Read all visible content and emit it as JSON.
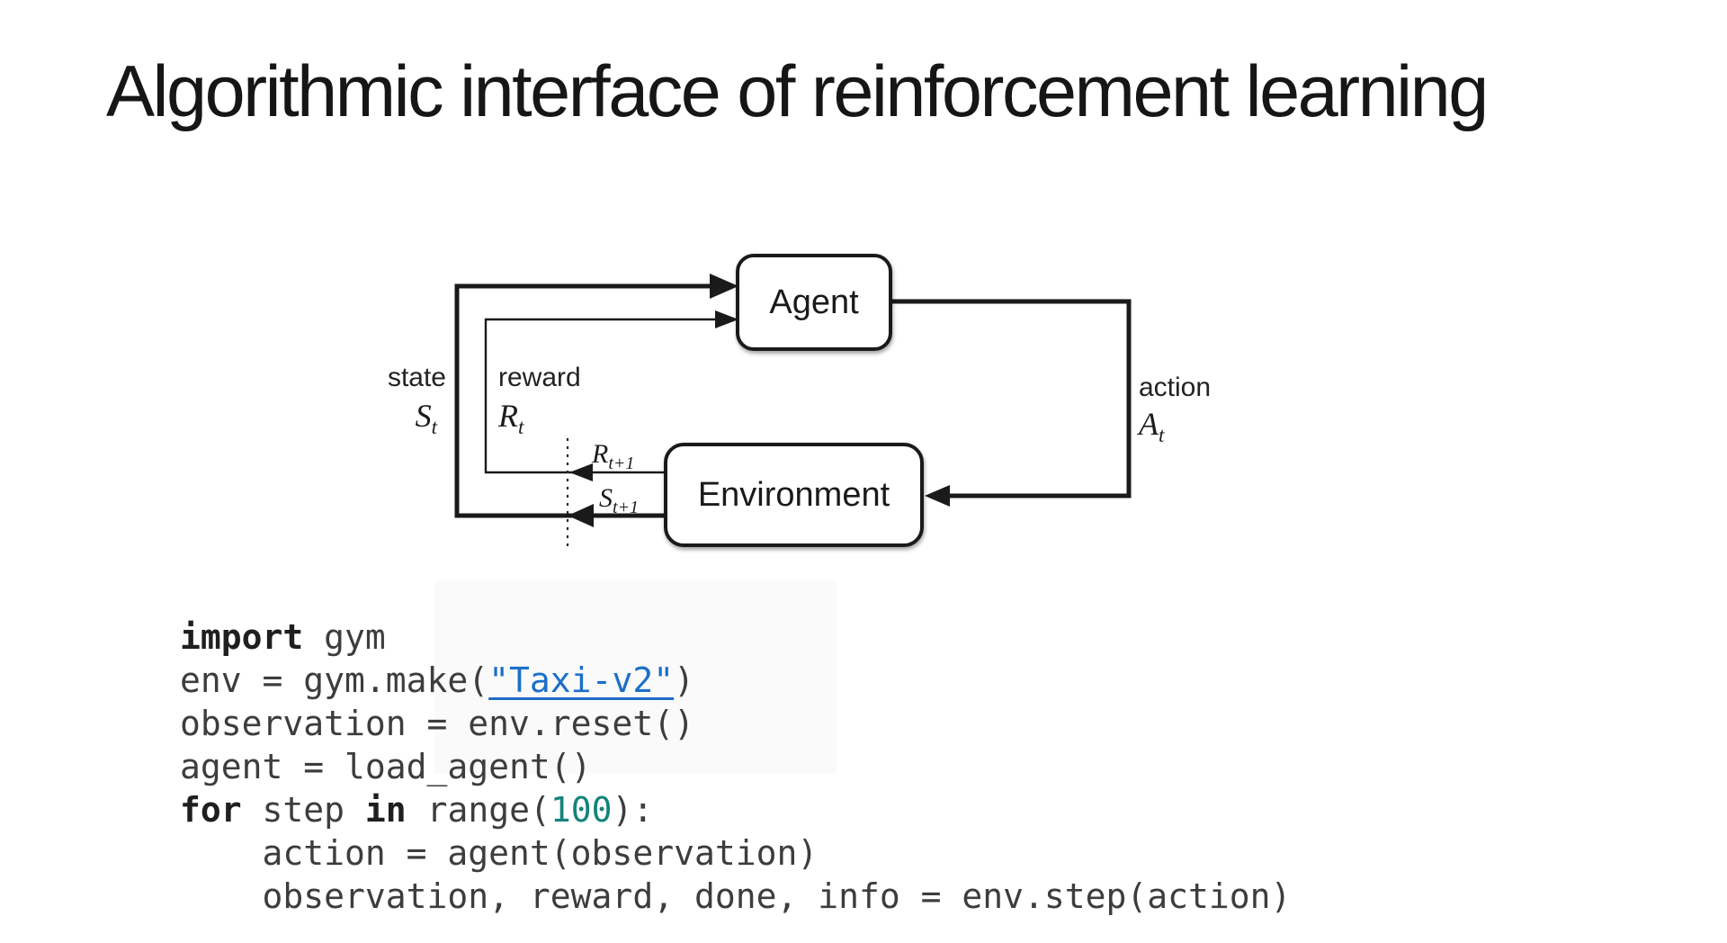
{
  "slide": {
    "title": "Algorithmic interface of reinforcement learning"
  },
  "diagram": {
    "agent_label": "Agent",
    "environment_label": "Environment",
    "state_label": "state",
    "state_symbol": {
      "base": "S",
      "sub": "t"
    },
    "reward_label": "reward",
    "reward_symbol": {
      "base": "R",
      "sub": "t"
    },
    "action_label": "action",
    "action_symbol": {
      "base": "A",
      "sub": "t"
    },
    "reward_next_symbol": {
      "base": "R",
      "sub": "t+1"
    },
    "state_next_symbol": {
      "base": "S",
      "sub": "t+1"
    }
  },
  "colors": {
    "diagram_line": "#1a1a1a",
    "code_plain": "#3d3d3d",
    "code_keyword": "#1f1f1f",
    "code_string_link": "#1c6fc8",
    "code_number": "#15837c"
  },
  "code": {
    "lines": [
      [
        {
          "text": "import",
          "style": "keyword"
        },
        {
          "text": " gym",
          "style": "plain"
        }
      ],
      [
        {
          "text": "env = gym.make(",
          "style": "plain"
        },
        {
          "text": "\"Taxi-v2\"",
          "style": "string-link"
        },
        {
          "text": ")",
          "style": "plain"
        }
      ],
      [
        {
          "text": "observation = env.reset()",
          "style": "plain"
        }
      ],
      [
        {
          "text": "agent = load_agent()",
          "style": "plain"
        }
      ],
      [
        {
          "text": "for",
          "style": "keyword"
        },
        {
          "text": " step ",
          "style": "plain"
        },
        {
          "text": "in",
          "style": "keyword"
        },
        {
          "text": " range(",
          "style": "plain"
        },
        {
          "text": "100",
          "style": "number"
        },
        {
          "text": "):",
          "style": "plain"
        }
      ],
      [
        {
          "text": "    action = agent(observation)",
          "style": "plain"
        }
      ],
      [
        {
          "text": "    observation, reward, done, info = env.step(action)",
          "style": "plain"
        }
      ]
    ]
  }
}
